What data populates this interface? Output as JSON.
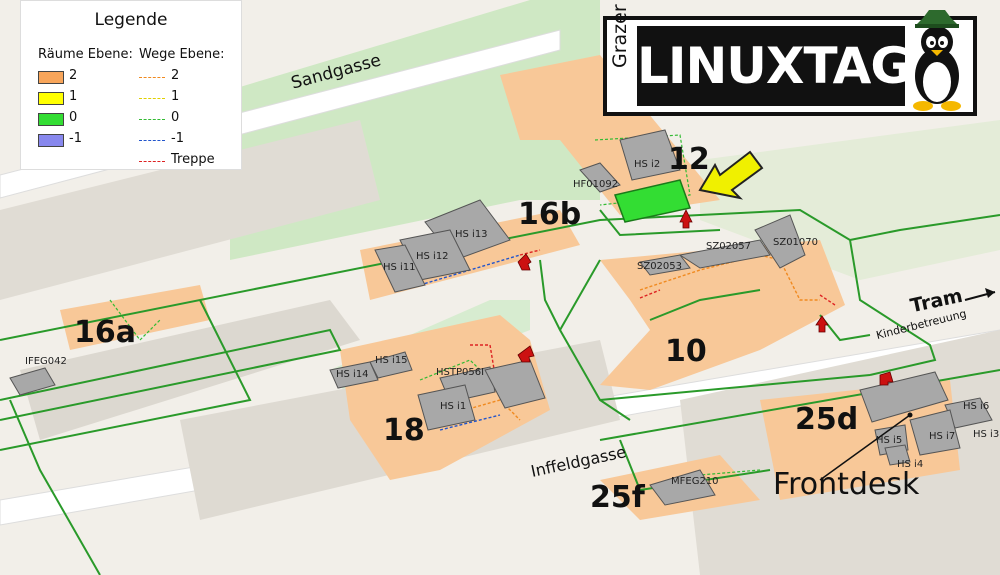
{
  "legend": {
    "title": "Legende",
    "rooms_heading": "Räume Ebene:",
    "paths_heading": "Wege Ebene:",
    "rooms": [
      {
        "label": "2",
        "color": "#f8a55a"
      },
      {
        "label": "1",
        "color": "#ffff00"
      },
      {
        "label": "0",
        "color": "#33dd33"
      },
      {
        "label": "-1",
        "color": "#8888ee"
      }
    ],
    "paths": [
      {
        "label": "2",
        "color": "#f08a20"
      },
      {
        "label": "1",
        "color": "#e0d000"
      },
      {
        "label": "0",
        "color": "#33bb33"
      },
      {
        "label": "-1",
        "color": "#2255cc"
      },
      {
        "label": "Treppe",
        "color": "#dd2222"
      }
    ]
  },
  "logo": {
    "small": "Grazer",
    "main": "LINUXTAGE",
    "icon": "penguin-with-hat-icon"
  },
  "streets": {
    "sandgasse": "Sandgasse",
    "inffeldgasse": "Inffeldgasse"
  },
  "directions": {
    "tram": "Tram",
    "kinder": "Kinderbetreuung"
  },
  "buildings": {
    "b12": "12",
    "b16a": "16a",
    "b16b": "16b",
    "b10": "10",
    "b18": "18",
    "b25d": "25d",
    "b25f": "25f",
    "frontdesk": "Frontdesk"
  },
  "rooms": {
    "hsi2": "HS i2",
    "hf01092": "HF01092",
    "hsi13": "HS i13",
    "hsi12": "HS i12",
    "hsi11": "HS i11",
    "sz02057": "SZ02057",
    "sz01070": "SZ01070",
    "sz02053": "SZ02053",
    "ifeg042": "IFEG042",
    "hsi15": "HS i15",
    "hsi14": "HS i14",
    "hstp056i": "HSTP056I",
    "hsi1": "HS i1",
    "hsi6": "HS i6",
    "hsi3": "HS i3",
    "hsi7": "HS i7",
    "hsi5": "HS i5",
    "hsi4": "HS i4",
    "mfeg210": "MFEG210"
  },
  "colors": {
    "path_green": "#2a9a2a",
    "orange_area": "#f8c898",
    "grey_room": "#a8a8a8",
    "arrow_red": "#cc1111",
    "arrow_yellow": "#f0f000"
  }
}
